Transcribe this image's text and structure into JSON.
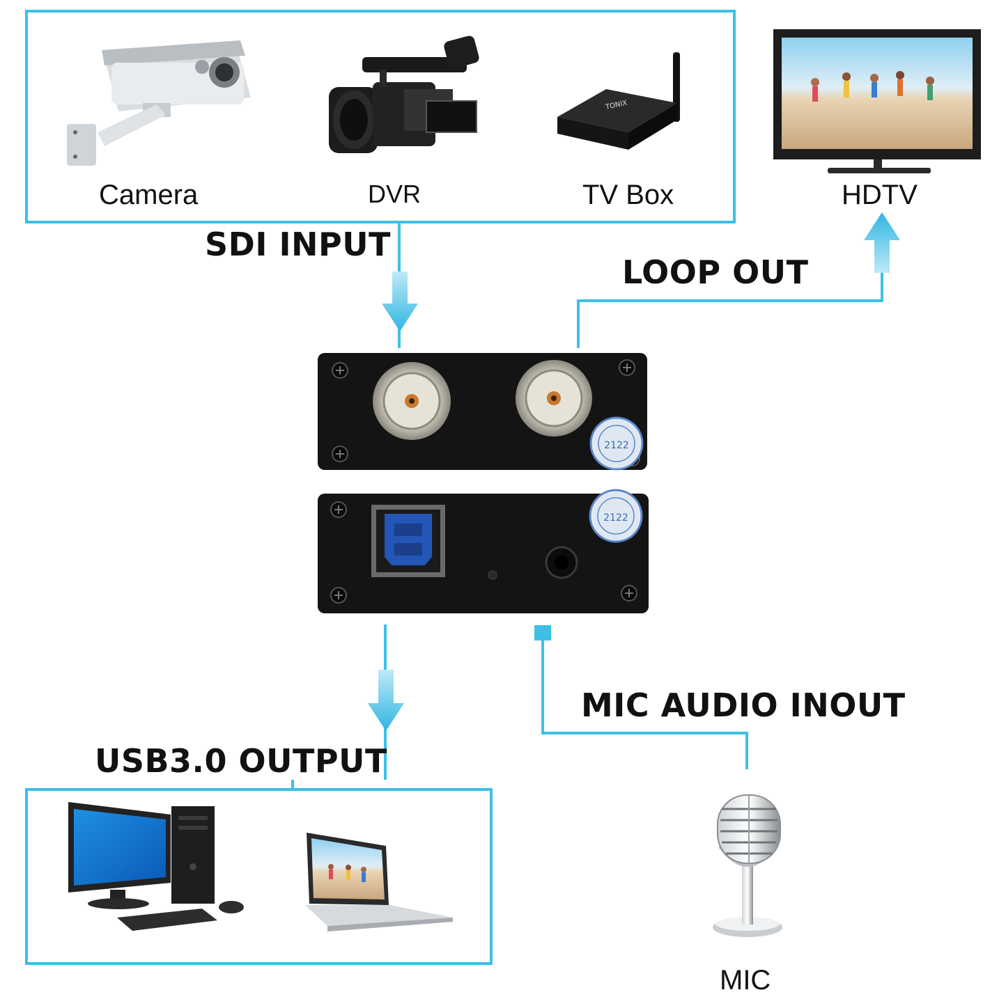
{
  "sources": {
    "camera_label": "Camera",
    "dvr_label": "DVR",
    "tvbox_label": "TV Box",
    "tvbox_brand": "TONIX"
  },
  "display": {
    "hdtv_label": "HDTV"
  },
  "connections": {
    "sdi_input": "SDI INPUT",
    "loop_out": "LOOP OUT",
    "usb_output": "USB3.0 OUTPUT",
    "mic_audio": "MIC AUDIO INOUT"
  },
  "mic": {
    "label": "MIC"
  },
  "device": {
    "seal_text": "2122"
  },
  "colors": {
    "accent": "#3cc0e6",
    "device_body": "#141414",
    "usb_port": "#2456b8"
  }
}
